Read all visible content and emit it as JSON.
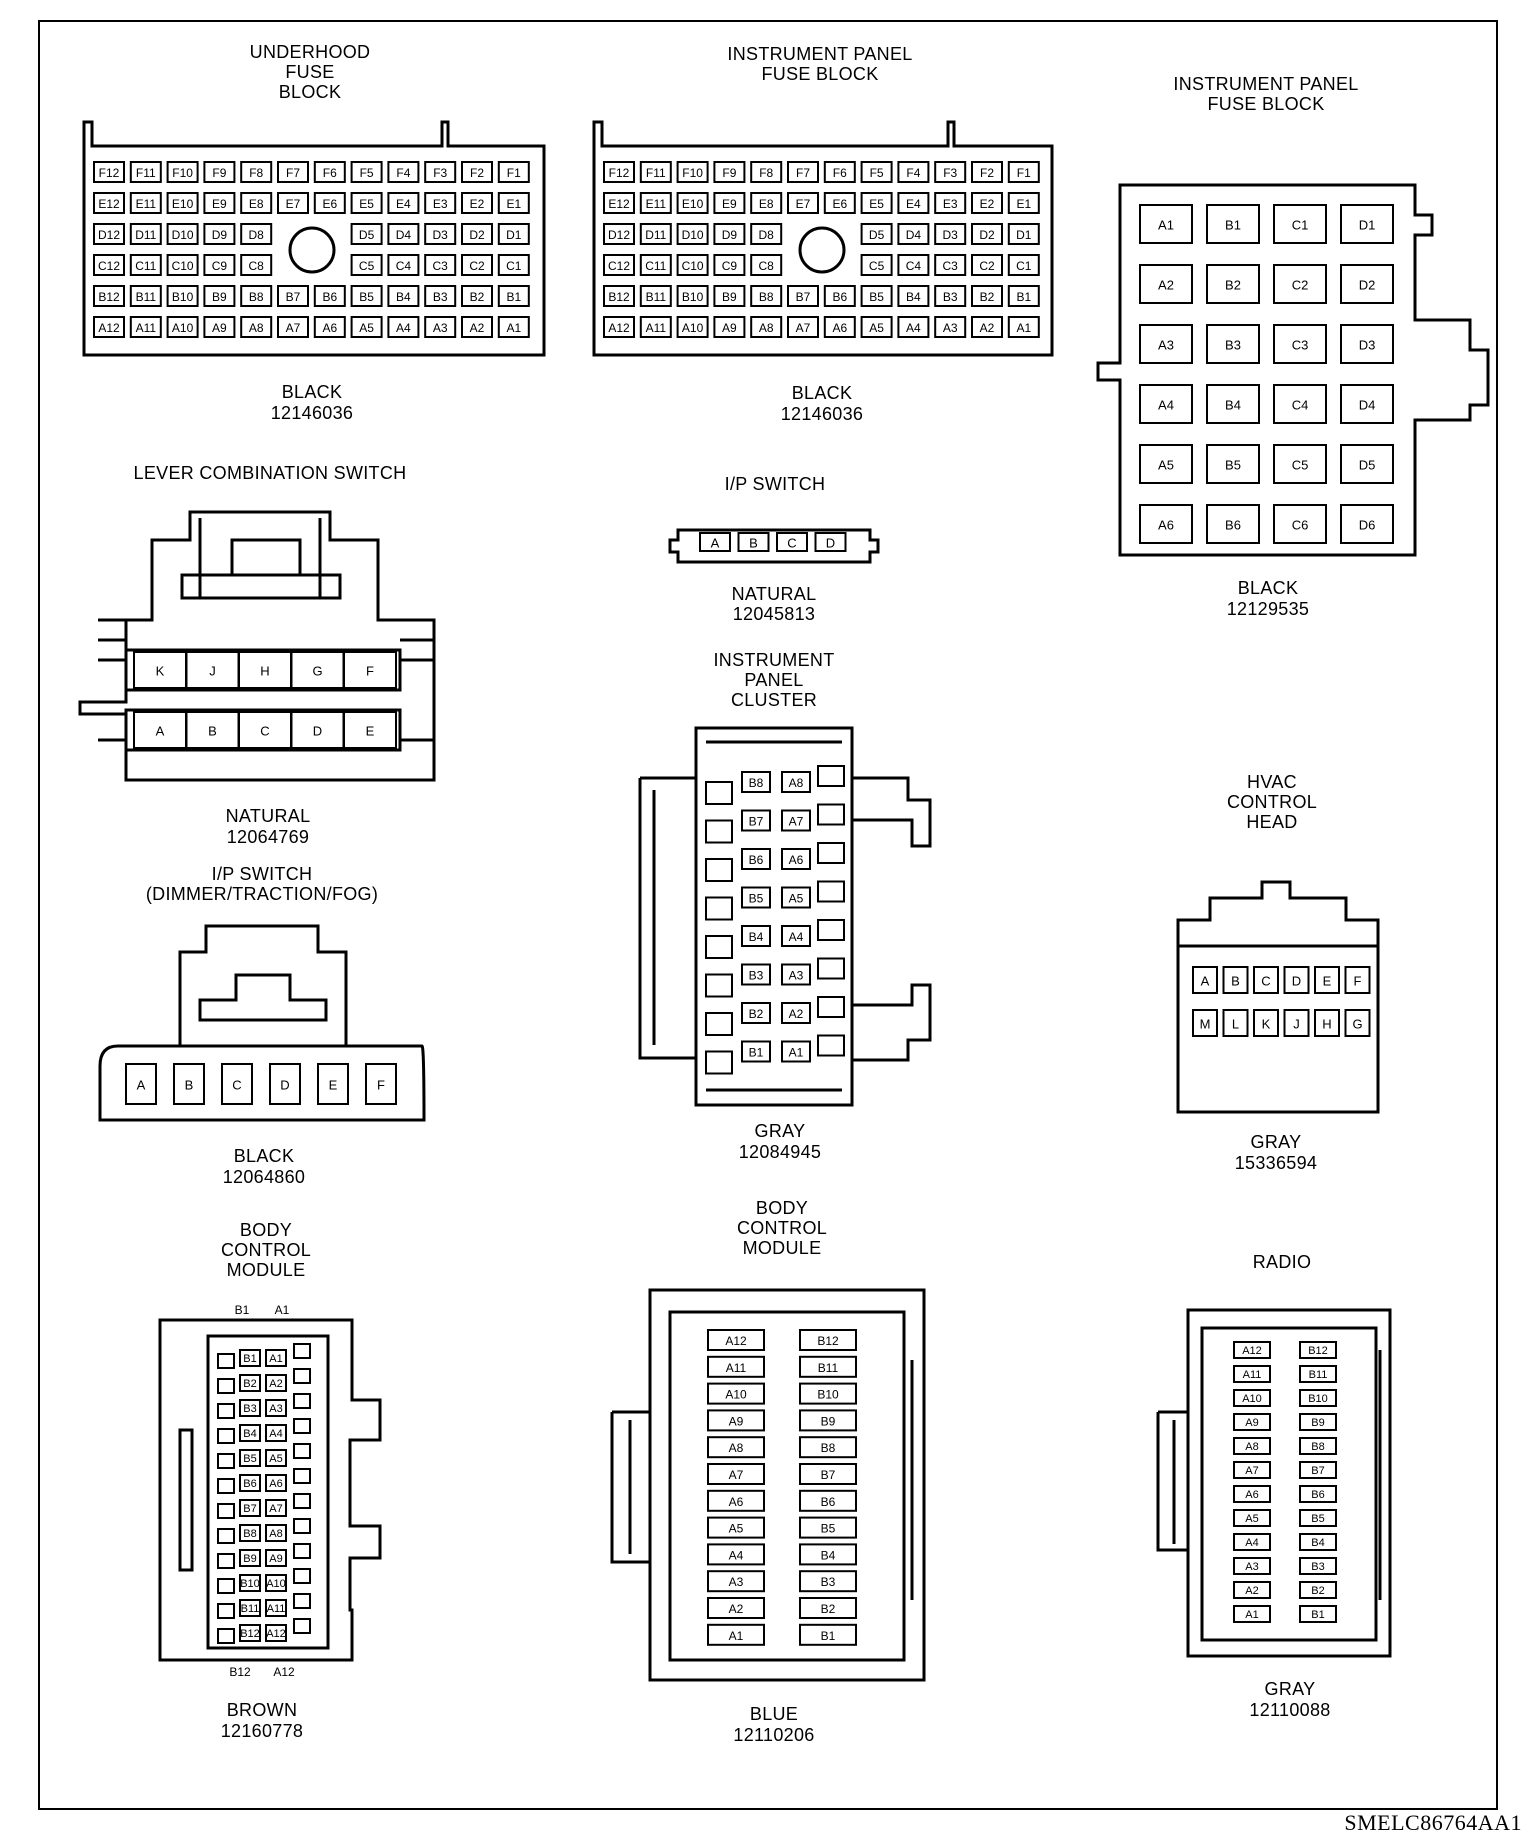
{
  "reference_code": "SMELC86764AA1",
  "connectors": {
    "underhood_fuse_block": {
      "title": "UNDERHOOD\nFUSE\nBLOCK",
      "color": "BLACK",
      "part_number": "12146036",
      "rows": [
        "F",
        "E",
        "D",
        "C",
        "B",
        "A"
      ],
      "columns": [
        12,
        11,
        10,
        9,
        8,
        7,
        6,
        5,
        4,
        3,
        2,
        1
      ]
    },
    "ip_fuse_block_a": {
      "title": "INSTRUMENT PANEL\nFUSE BLOCK",
      "color": "BLACK",
      "part_number": "12146036",
      "rows": [
        "F",
        "E",
        "D",
        "C",
        "B",
        "A"
      ],
      "columns": [
        12,
        11,
        10,
        9,
        8,
        7,
        6,
        5,
        4,
        3,
        2,
        1
      ]
    },
    "ip_fuse_block_b": {
      "title": "INSTRUMENT PANEL\nFUSE BLOCK",
      "color": "BLACK",
      "part_number": "12129535",
      "grid": [
        [
          "A1",
          "B1",
          "C1",
          "D1"
        ],
        [
          "A2",
          "B2",
          "C2",
          "D2"
        ],
        [
          "A3",
          "B3",
          "C3",
          "D3"
        ],
        [
          "A4",
          "B4",
          "C4",
          "D4"
        ],
        [
          "A5",
          "B5",
          "C5",
          "D5"
        ],
        [
          "A6",
          "B6",
          "C6",
          "D6"
        ]
      ]
    },
    "lever_combination_switch": {
      "title": "LEVER COMBINATION SWITCH",
      "color": "NATURAL",
      "part_number": "12064769",
      "top_row": [
        "K",
        "J",
        "H",
        "G",
        "F"
      ],
      "bottom_row": [
        "A",
        "B",
        "C",
        "D",
        "E"
      ]
    },
    "ip_switch": {
      "title": "I/P SWITCH",
      "color": "NATURAL",
      "part_number": "12045813",
      "pins": [
        "A",
        "B",
        "C",
        "D"
      ]
    },
    "instrument_panel_cluster": {
      "title": "INSTRUMENT\nPANEL\nCLUSTER",
      "color": "GRAY",
      "part_number": "12084945",
      "rows": [
        [
          "B8",
          "A8"
        ],
        [
          "B7",
          "A7"
        ],
        [
          "B6",
          "A6"
        ],
        [
          "B5",
          "A5"
        ],
        [
          "B4",
          "A4"
        ],
        [
          "B3",
          "A3"
        ],
        [
          "B2",
          "A2"
        ],
        [
          "B1",
          "A1"
        ]
      ]
    },
    "hvac_control_head": {
      "title": "HVAC\nCONTROL\nHEAD",
      "color": "GRAY",
      "part_number": "15336594",
      "top_row": [
        "A",
        "B",
        "C",
        "D",
        "E",
        "F"
      ],
      "bottom_row": [
        "M",
        "L",
        "K",
        "J",
        "H",
        "G"
      ]
    },
    "ip_switch_dimmer": {
      "title": "I/P SWITCH\n(DIMMER/TRACTION/FOG)",
      "color": "BLACK",
      "part_number": "12064860",
      "pins": [
        "A",
        "B",
        "C",
        "D",
        "E",
        "F"
      ]
    },
    "body_control_module_brown": {
      "title": "BODY\nCONTROL\nMODULE",
      "color": "BROWN",
      "part_number": "12160778",
      "corner_labels": {
        "top_b": "B1",
        "top_a": "A1",
        "bottom_b": "B12",
        "bottom_a": "A12"
      },
      "rows": [
        [
          "B1",
          "A1"
        ],
        [
          "B2",
          "A2"
        ],
        [
          "B3",
          "A3"
        ],
        [
          "B4",
          "A4"
        ],
        [
          "B5",
          "A5"
        ],
        [
          "B6",
          "A6"
        ],
        [
          "B7",
          "A7"
        ],
        [
          "B8",
          "A8"
        ],
        [
          "B9",
          "A9"
        ],
        [
          "B10",
          "A10"
        ],
        [
          "B11",
          "A11"
        ],
        [
          "B12",
          "A12"
        ]
      ]
    },
    "body_control_module_blue": {
      "title": "BODY\nCONTROL\nMODULE",
      "color": "BLUE",
      "part_number": "12110206",
      "rows": [
        [
          "A12",
          "B12"
        ],
        [
          "A11",
          "B11"
        ],
        [
          "A10",
          "B10"
        ],
        [
          "A9",
          "B9"
        ],
        [
          "A8",
          "B8"
        ],
        [
          "A7",
          "B7"
        ],
        [
          "A6",
          "B6"
        ],
        [
          "A5",
          "B5"
        ],
        [
          "A4",
          "B4"
        ],
        [
          "A3",
          "B3"
        ],
        [
          "A2",
          "B2"
        ],
        [
          "A1",
          "B1"
        ]
      ]
    },
    "radio": {
      "title": "RADIO",
      "color": "GRAY",
      "part_number": "12110088",
      "rows": [
        [
          "A12",
          "B12"
        ],
        [
          "A11",
          "B11"
        ],
        [
          "A10",
          "B10"
        ],
        [
          "A9",
          "B9"
        ],
        [
          "A8",
          "B8"
        ],
        [
          "A7",
          "B7"
        ],
        [
          "A6",
          "B6"
        ],
        [
          "A5",
          "B5"
        ],
        [
          "A4",
          "B4"
        ],
        [
          "A3",
          "B3"
        ],
        [
          "A2",
          "B2"
        ],
        [
          "A1",
          "B1"
        ]
      ]
    }
  }
}
